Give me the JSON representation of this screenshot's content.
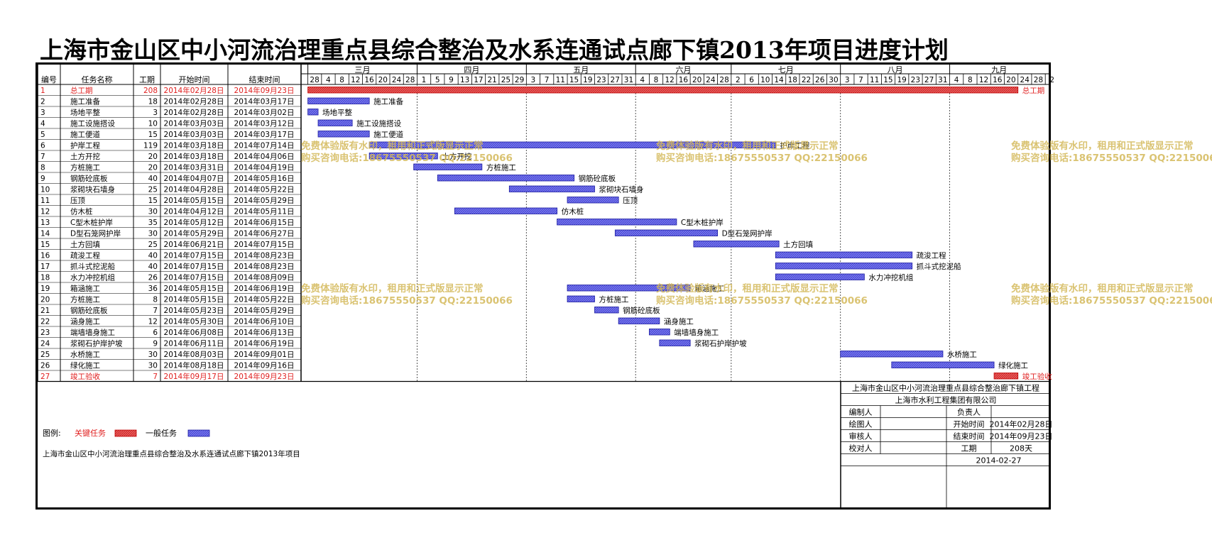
{
  "title": "上海市金山区中小河流治理重点县综合整治及水系连通试点廊下镇2013年项目进度计划",
  "table": {
    "headers": [
      "编号",
      "任务名称",
      "工期",
      "开始时间",
      "结束时间"
    ]
  },
  "timeline": {
    "months": [
      "三月",
      "四月",
      "五月",
      "六月",
      "七月",
      "八月",
      "九月"
    ],
    "day_ticks": [
      "28",
      "4",
      "8",
      "12",
      "16",
      "20",
      "24",
      "28",
      "1",
      "5",
      "9",
      "13",
      "17",
      "21",
      "25",
      "29",
      "3",
      "7",
      "11",
      "15",
      "19",
      "23",
      "27",
      "31",
      "4",
      "8",
      "12",
      "16",
      "20",
      "24",
      "28",
      "2",
      "6",
      "10",
      "14",
      "18",
      "22",
      "26",
      "30",
      "3",
      "7",
      "11",
      "15",
      "19",
      "23",
      "27",
      "31",
      "4",
      "8",
      "12",
      "16",
      "20",
      "24",
      "28",
      "2"
    ],
    "month_start_tick_index": [
      0,
      8,
      16,
      24,
      31,
      39,
      47
    ]
  },
  "chart_data": {
    "type": "gantt",
    "x_unit": "date",
    "xlim": [
      "2014-02-26",
      "2014-10-03"
    ],
    "tasks": [
      {
        "id": "1",
        "name": "总工期",
        "duration": "208",
        "start": "2014年02月28日",
        "end": "2014年09月23日",
        "x_start": "2014-02-28",
        "x_end": "2014-09-23",
        "key": true
      },
      {
        "id": "2",
        "name": "施工准备",
        "duration": "18",
        "start": "2014年02月28日",
        "end": "2014年03月17日",
        "x_start": "2014-02-28",
        "x_end": "2014-03-17",
        "key": false
      },
      {
        "id": "3",
        "name": "场地平整",
        "duration": "3",
        "start": "2014年02月28日",
        "end": "2014年03月02日",
        "x_start": "2014-02-28",
        "x_end": "2014-03-02",
        "key": false
      },
      {
        "id": "4",
        "name": "施工设施搭设",
        "duration": "10",
        "start": "2014年03月03日",
        "end": "2014年03月12日",
        "x_start": "2014-03-03",
        "x_end": "2014-03-12",
        "key": false
      },
      {
        "id": "5",
        "name": "施工便道",
        "duration": "15",
        "start": "2014年03月03日",
        "end": "2014年03月17日",
        "x_start": "2014-03-03",
        "x_end": "2014-03-17",
        "key": false
      },
      {
        "id": "6",
        "name": "护岸工程",
        "duration": "119",
        "start": "2014年03月18日",
        "end": "2014年07月14日",
        "x_start": "2014-03-18",
        "x_end": "2014-07-14",
        "key": false
      },
      {
        "id": "7",
        "name": "土方开挖",
        "duration": "20",
        "start": "2014年03月18日",
        "end": "2014年04月06日",
        "x_start": "2014-03-18",
        "x_end": "2014-04-06",
        "key": false
      },
      {
        "id": "8",
        "name": "方桩施工",
        "duration": "20",
        "start": "2014年03月31日",
        "end": "2014年04月19日",
        "x_start": "2014-03-31",
        "x_end": "2014-04-19",
        "key": false
      },
      {
        "id": "9",
        "name": "钢筋砼底板",
        "duration": "40",
        "start": "2014年04月07日",
        "end": "2014年05月16日",
        "x_start": "2014-04-07",
        "x_end": "2014-05-16",
        "key": false
      },
      {
        "id": "10",
        "name": "浆砌块石墙身",
        "duration": "25",
        "start": "2014年04月28日",
        "end": "2014年05月22日",
        "x_start": "2014-04-28",
        "x_end": "2014-05-22",
        "key": false
      },
      {
        "id": "11",
        "name": "压顶",
        "duration": "15",
        "start": "2014年05月15日",
        "end": "2014年05月29日",
        "x_start": "2014-05-15",
        "x_end": "2014-05-29",
        "key": false
      },
      {
        "id": "12",
        "name": "仿木桩",
        "duration": "30",
        "start": "2014年04月12日",
        "end": "2014年05月11日",
        "x_start": "2014-04-12",
        "x_end": "2014-05-11",
        "key": false
      },
      {
        "id": "13",
        "name": "C型木桩护岸",
        "duration": "35",
        "start": "2014年05月12日",
        "end": "2014年06月15日",
        "x_start": "2014-05-12",
        "x_end": "2014-06-15",
        "key": false
      },
      {
        "id": "14",
        "name": "D型石笼网护岸",
        "duration": "30",
        "start": "2014年05月29日",
        "end": "2014年06月27日",
        "x_start": "2014-05-29",
        "x_end": "2014-06-27",
        "key": false
      },
      {
        "id": "15",
        "name": "土方回填",
        "duration": "25",
        "start": "2014年06月21日",
        "end": "2014年07月15日",
        "x_start": "2014-06-21",
        "x_end": "2014-07-15",
        "key": false
      },
      {
        "id": "16",
        "name": "疏浚工程",
        "duration": "40",
        "start": "2014年07月15日",
        "end": "2014年08月23日",
        "x_start": "2014-07-15",
        "x_end": "2014-08-23",
        "key": false
      },
      {
        "id": "17",
        "name": "抓斗式挖泥船",
        "duration": "40",
        "start": "2014年07月15日",
        "end": "2014年08月23日",
        "x_start": "2014-07-15",
        "x_end": "2014-08-23",
        "key": false
      },
      {
        "id": "18",
        "name": "水力冲挖机组",
        "duration": "26",
        "start": "2014年07月15日",
        "end": "2014年08月09日",
        "x_start": "2014-07-15",
        "x_end": "2014-08-09",
        "key": false
      },
      {
        "id": "19",
        "name": "箱涵施工",
        "duration": "36",
        "start": "2014年05月15日",
        "end": "2014年06月19日",
        "x_start": "2014-05-15",
        "x_end": "2014-06-19",
        "key": false
      },
      {
        "id": "20",
        "name": "方桩施工",
        "duration": "8",
        "start": "2014年05月15日",
        "end": "2014年05月22日",
        "x_start": "2014-05-15",
        "x_end": "2014-05-22",
        "key": false
      },
      {
        "id": "21",
        "name": "钢筋砼底板",
        "duration": "7",
        "start": "2014年05月23日",
        "end": "2014年05月29日",
        "x_start": "2014-05-23",
        "x_end": "2014-05-29",
        "key": false
      },
      {
        "id": "22",
        "name": "涵身施工",
        "duration": "12",
        "start": "2014年05月30日",
        "end": "2014年06月10日",
        "x_start": "2014-05-30",
        "x_end": "2014-06-10",
        "key": false
      },
      {
        "id": "23",
        "name": "端墙墙身施工",
        "duration": "6",
        "start": "2014年06月08日",
        "end": "2014年06月13日",
        "x_start": "2014-06-08",
        "x_end": "2014-06-13",
        "key": false
      },
      {
        "id": "24",
        "name": "浆砌石护岸护坡",
        "duration": "9",
        "start": "2014年06月11日",
        "end": "2014年06月19日",
        "x_start": "2014-06-11",
        "x_end": "2014-06-19",
        "key": false
      },
      {
        "id": "25",
        "name": "水桥施工",
        "duration": "30",
        "start": "2014年08月03日",
        "end": "2014年09月01日",
        "x_start": "2014-08-03",
        "x_end": "2014-09-01",
        "key": false
      },
      {
        "id": "26",
        "name": "绿化施工",
        "duration": "30",
        "start": "2014年08月18日",
        "end": "2014年09月16日",
        "x_start": "2014-08-18",
        "x_end": "2014-09-16",
        "key": false
      },
      {
        "id": "27",
        "name": "竣工验收",
        "duration": "7",
        "start": "2014年09月17日",
        "end": "2014年09月23日",
        "x_start": "2014-09-17",
        "x_end": "2014-09-23",
        "key": true
      }
    ]
  },
  "legend": {
    "label": "图例:",
    "key_task": "关键任务",
    "normal_task": "一般任务",
    "project_name": "上海市金山区中小河流治理重点县综合整治及水系连通试点廊下镇2013年项目"
  },
  "info_box": {
    "project": "上海市金山区中小河流治理重点县综合整治廊下镇工程",
    "company": "上海市水利工程集团有限公司",
    "rows": [
      {
        "l1": "编制人",
        "v1": "",
        "l2": "负责人",
        "v2": ""
      },
      {
        "l1": "绘图人",
        "v1": "",
        "l2": "开始时间",
        "v2": "2014年02月28日"
      },
      {
        "l1": "审核人",
        "v1": "",
        "l2": "结束时间",
        "v2": "2014年09月23日"
      },
      {
        "l1": "校对人",
        "v1": "",
        "l2": "工期",
        "v2": "208天"
      }
    ],
    "date": "2014-02-27"
  },
  "watermark": {
    "line1": "免费体验版有水印，租用和正式版显示正常",
    "line2": "购买咨询电话:18675550537 QQ:22150066"
  },
  "colors": {
    "key": "#e8424a",
    "key_text": "#e02020",
    "normal": "#6a6aee",
    "border": "#000000",
    "watermark": "#d4b95a"
  }
}
